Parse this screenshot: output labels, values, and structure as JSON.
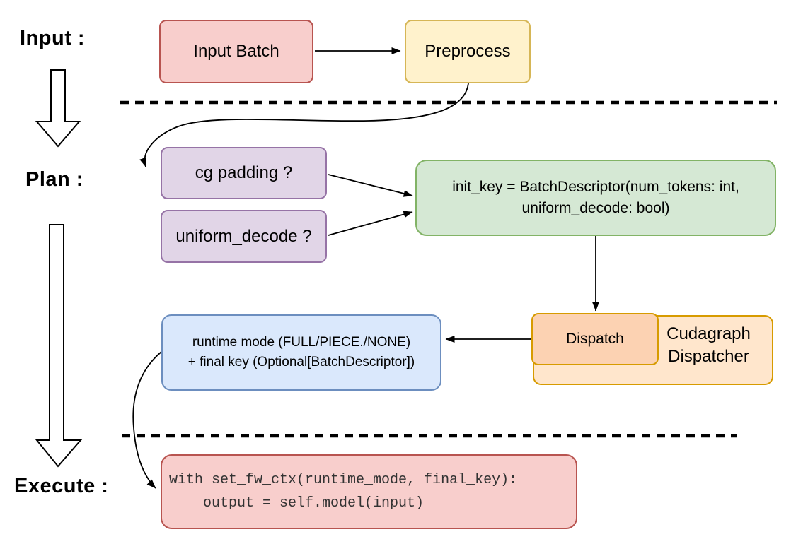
{
  "phases": {
    "input": "Input :",
    "plan": "Plan :",
    "execute": "Execute :"
  },
  "nodes": {
    "input_batch": {
      "label": "Input Batch",
      "fill": "#f8cecc",
      "stroke": "#b85450"
    },
    "preprocess": {
      "label": "Preprocess",
      "fill": "#fff2cc",
      "stroke": "#d6b656"
    },
    "cg_padding": {
      "label": "cg padding ?",
      "fill": "#e1d5e7",
      "stroke": "#9673a6"
    },
    "uniform_decode": {
      "label": "uniform_decode ?",
      "fill": "#e1d5e7",
      "stroke": "#9673a6"
    },
    "init_key": {
      "line1": "init_key = BatchDescriptor(num_tokens: int,",
      "line2": "uniform_decode: bool)",
      "fill": "#d5e8d4",
      "stroke": "#82b366"
    },
    "dispatch": {
      "label": "Dispatch",
      "fill": "#fcd2b2",
      "stroke": "#d79b00"
    },
    "cudagraph_dispatcher": {
      "line1": "Cudagraph",
      "line2": "Dispatcher",
      "fill": "#ffe6cc",
      "stroke": "#d79b00"
    },
    "runtime_result": {
      "line1": "runtime mode (FULL/PIECE./NONE)",
      "line2": "+ final key (Optional[BatchDescriptor])",
      "fill": "#dae8fc",
      "stroke": "#6c8ebf"
    },
    "execute_code": {
      "line1": "with set_fw_ctx(runtime_mode, final_key):",
      "line2": "    output = self.model(input)",
      "fill": "#f8cecc",
      "stroke": "#b85450"
    }
  },
  "connector_color": "#000000"
}
